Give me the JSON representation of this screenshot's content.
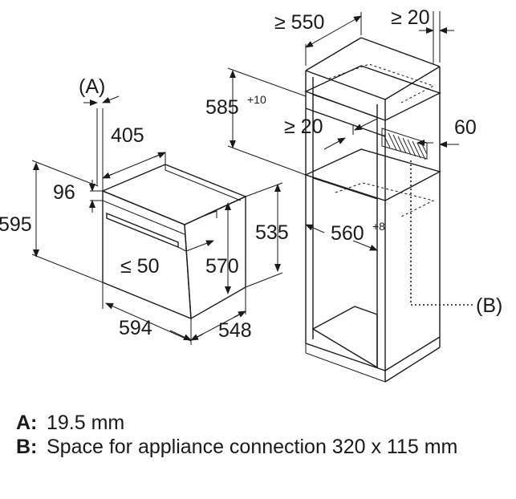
{
  "diagram": {
    "dimensions": {
      "a_marker": "(A)",
      "depth_405": "405",
      "gap_96": "96",
      "height_595": "595",
      "max_50": "≤ 50",
      "height_570": "570",
      "height_535": "535",
      "width_594": "594",
      "depth_548": "548",
      "min_550": "≥ 550",
      "min_20_top": "≥ 20",
      "height_585": "585",
      "height_585_tol": "+10",
      "min_20_mid": "≥ 20",
      "depth_60": "60",
      "width_560": "560",
      "width_560_tol": "+8",
      "b_marker": "(B)"
    }
  },
  "legend": [
    {
      "key": "A:",
      "text": "19.5 mm"
    },
    {
      "key": "B:",
      "text": "Space for appliance connection 320 x 115 mm"
    }
  ]
}
